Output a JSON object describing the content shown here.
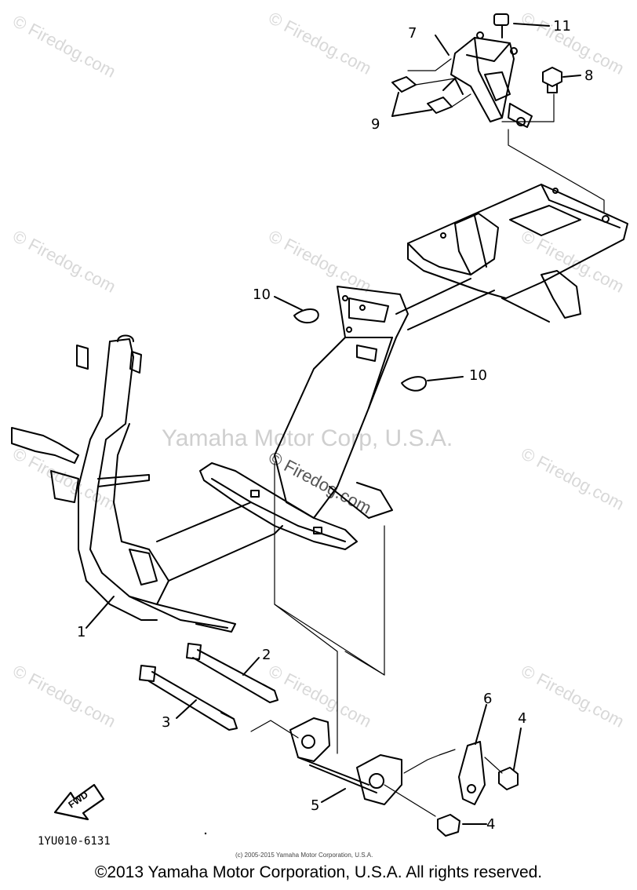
{
  "watermarks": {
    "site": "© Firedog.com",
    "center": "Yamaha Motor Corp, U.S.A."
  },
  "callouts": {
    "c1": "1",
    "c2": "2",
    "c3": "3",
    "c4a": "4",
    "c4b": "4",
    "c5": "5",
    "c6": "6",
    "c7": "7",
    "c8": "8",
    "c9": "9",
    "c10a": "10",
    "c10b": "10",
    "c11": "11"
  },
  "fwd_label": "FWD",
  "part_code": "1YU010-6131",
  "small_copyright": "(c) 2005-2015 Yamaha Motor Corporation, U.S.A.",
  "footer": "©2013 Yamaha Motor Corporation, U.S.A. All rights reserved."
}
